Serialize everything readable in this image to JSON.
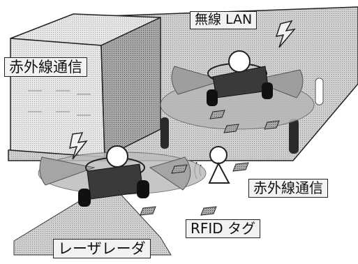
{
  "labels": {
    "wireless_lan": "無線 LAN",
    "infrared_top": "赤外線通信",
    "infrared_right": "赤外線通信",
    "rfid_tag": "RFID タグ",
    "laser_radar": "レーザレーダ"
  },
  "colors": {
    "floor": "#c8c8c8",
    "box_front": "#b8b8b8",
    "box_side": "#8f8f8f",
    "box_top": "#dcdcdc",
    "robot_body": "#2d2d2d",
    "sensor_fan": "#9a9a9a",
    "tag": "#333333",
    "lightning": "#f2f2f2"
  }
}
